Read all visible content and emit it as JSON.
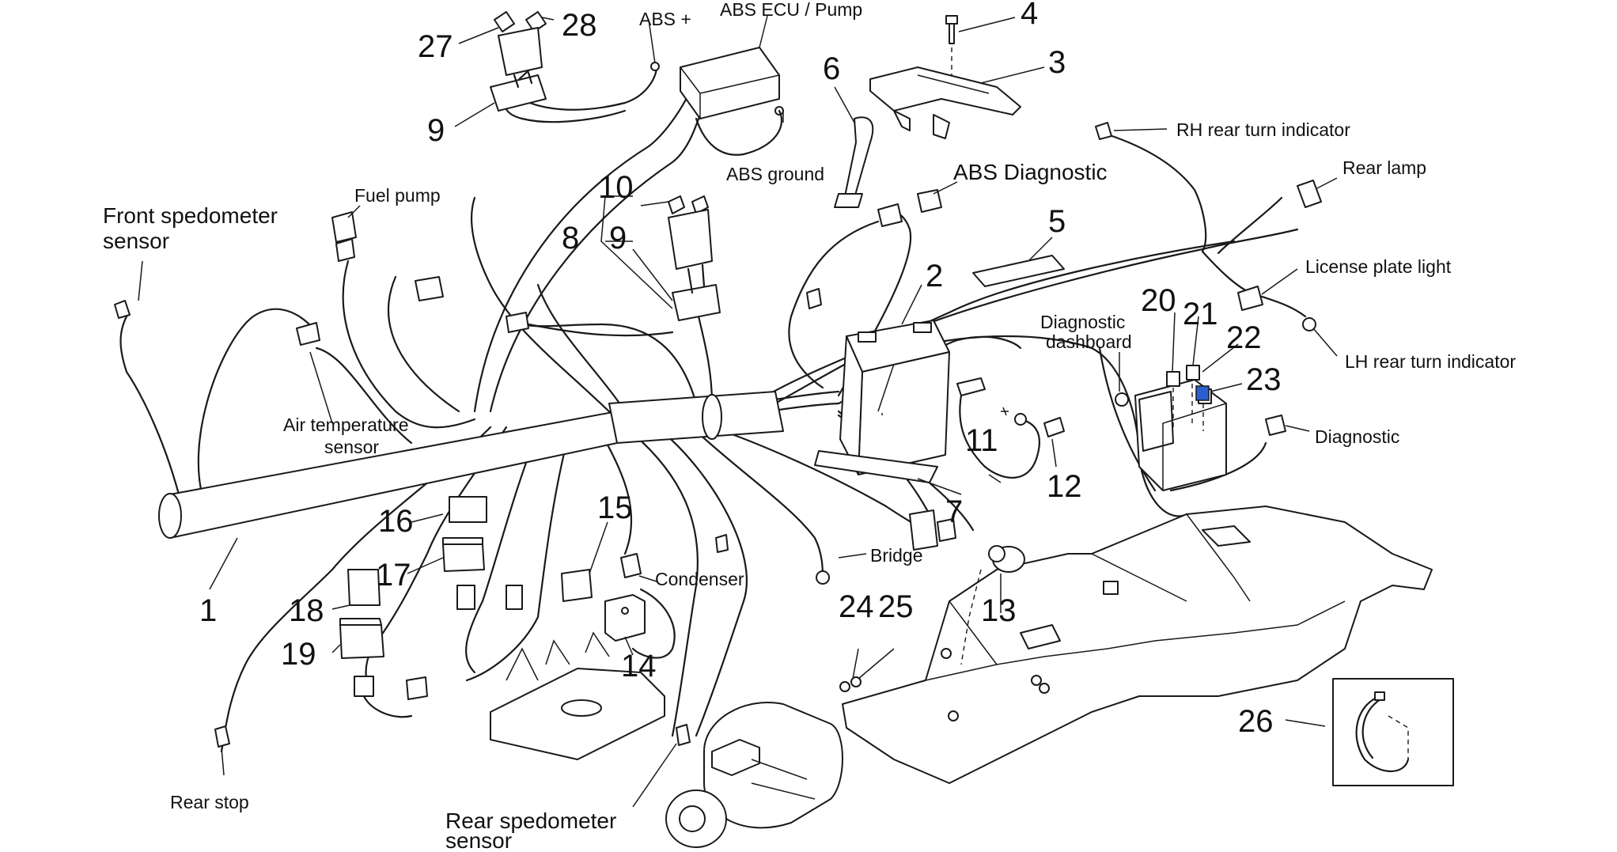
{
  "parts": {
    "p1": "1",
    "p2": "2",
    "p3": "3",
    "p4": "4",
    "p5": "5",
    "p6": "6",
    "p7": "7",
    "p8": "8",
    "p9a": "9",
    "p9b": "9",
    "p10": "10",
    "p11": "11",
    "p12": "12",
    "p13": "13",
    "p14": "14",
    "p15": "15",
    "p16": "16",
    "p17": "17",
    "p18": "18",
    "p19": "19",
    "p20": "20",
    "p21": "21",
    "p22": "22",
    "p23": "23",
    "p24": "24",
    "p25": "25",
    "p26": "26",
    "p27": "27",
    "p28": "28"
  },
  "labels": {
    "abs_ecu": "ABS ECU / Pump",
    "abs_plus": "ABS +",
    "abs_ground": "ABS ground",
    "abs_diagnostic": "ABS Diagnostic",
    "front_speedo_1": "Front spedometer",
    "front_speedo_2": "sensor",
    "fuel_pump": "Fuel pump",
    "air_temp_1": "Air temperature",
    "air_temp_2": "sensor",
    "rh_rear_turn": "RH rear turn indicator",
    "rear_lamp": "Rear lamp",
    "license_plate": "License plate light",
    "lh_rear_turn": "LH rear turn indicator",
    "diag_dash_1": "Diagnostic",
    "diag_dash_2": "dashboard",
    "diagnostic": "Diagnostic",
    "condenser": "Condenser",
    "bridge": "Bridge",
    "rear_stop": "Rear stop",
    "rear_speedo_1": "Rear spedometer",
    "rear_speedo_2": "sensor"
  },
  "colors": {
    "line": "#1a1a1a",
    "highlight_fuse": "#2a5fd0",
    "background": "#ffffff"
  }
}
